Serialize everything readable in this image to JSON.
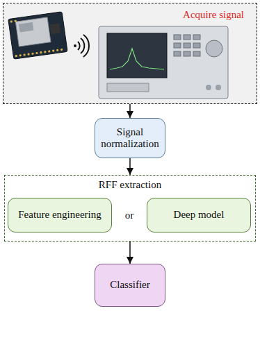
{
  "diagram": {
    "nodes": [
      {
        "text": [
          "Acquire signal"
        ]
      },
      {
        "text": [
          "Signal normalization"
        ]
      },
      {
        "text": [
          "RFF extraction"
        ]
      },
      {
        "text": [
          "Feature engineering"
        ],
        "in": 2
      },
      {
        "text": [
          "Deep model"
        ],
        "in": 2
      },
      {
        "text": [
          "Classifier"
        ]
      }
    ],
    "edges": [
      {
        "from": 0,
        "to": 1,
        "arrow": "to"
      },
      {
        "from": 1,
        "to": 2,
        "arrow": "to"
      },
      {
        "from": 2,
        "to": 5,
        "arrow": "to"
      }
    ],
    "labels": [
      "or"
    ]
  }
}
